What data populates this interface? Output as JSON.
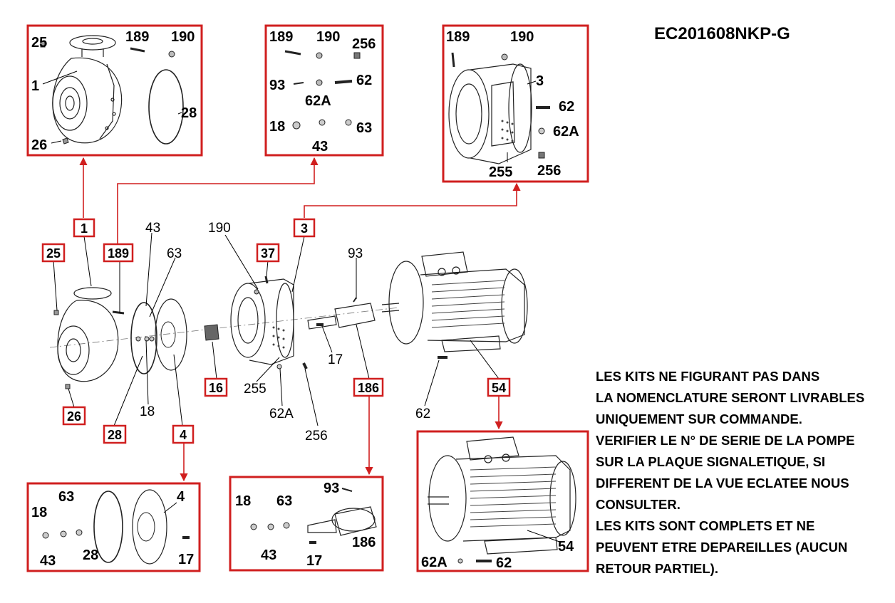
{
  "title": "EC201608NKP-G",
  "note_lines": [
    "LES KITS NE FIGURANT PAS DANS",
    "LA NOMENCLATURE SERONT LIVRABLES",
    "UNIQUEMENT SUR COMMANDE.",
    "VERIFIER LE N° DE SERIE DE LA POMPE",
    "SUR LA PLAQUE SIGNALETIQUE, SI",
    "DIFFERENT DE LA VUE ECLATEE NOUS",
    "CONSULTER.",
    "LES KITS SONT COMPLETS ET NE",
    "PEUVENT ETRE DEPAREILLES (AUCUN",
    "RETOUR PARTIEL)."
  ],
  "colors": {
    "accent": "#d01f1f",
    "line": "#000000"
  },
  "kits": {
    "k1": [
      "25",
      "189",
      "190",
      "1",
      "28",
      "26"
    ],
    "k189": [
      "189",
      "190",
      "256",
      "93",
      "62",
      "62A",
      "18",
      "63",
      "43"
    ],
    "k3": [
      "189",
      "190",
      "3",
      "62",
      "62A",
      "255",
      "256"
    ],
    "k4": [
      "63",
      "4",
      "18",
      "43",
      "28",
      "17"
    ],
    "k186": [
      "93",
      "18",
      "63",
      "186",
      "43",
      "17"
    ],
    "k54": [
      "54",
      "62A",
      "62"
    ]
  },
  "main": {
    "boxed_tags": [
      "1",
      "189",
      "3",
      "25",
      "37",
      "16",
      "186",
      "54",
      "26",
      "28",
      "4"
    ],
    "plain_labels": [
      "43",
      "63",
      "190",
      "93",
      "17",
      "255",
      "62A",
      "256",
      "18",
      "62"
    ]
  }
}
